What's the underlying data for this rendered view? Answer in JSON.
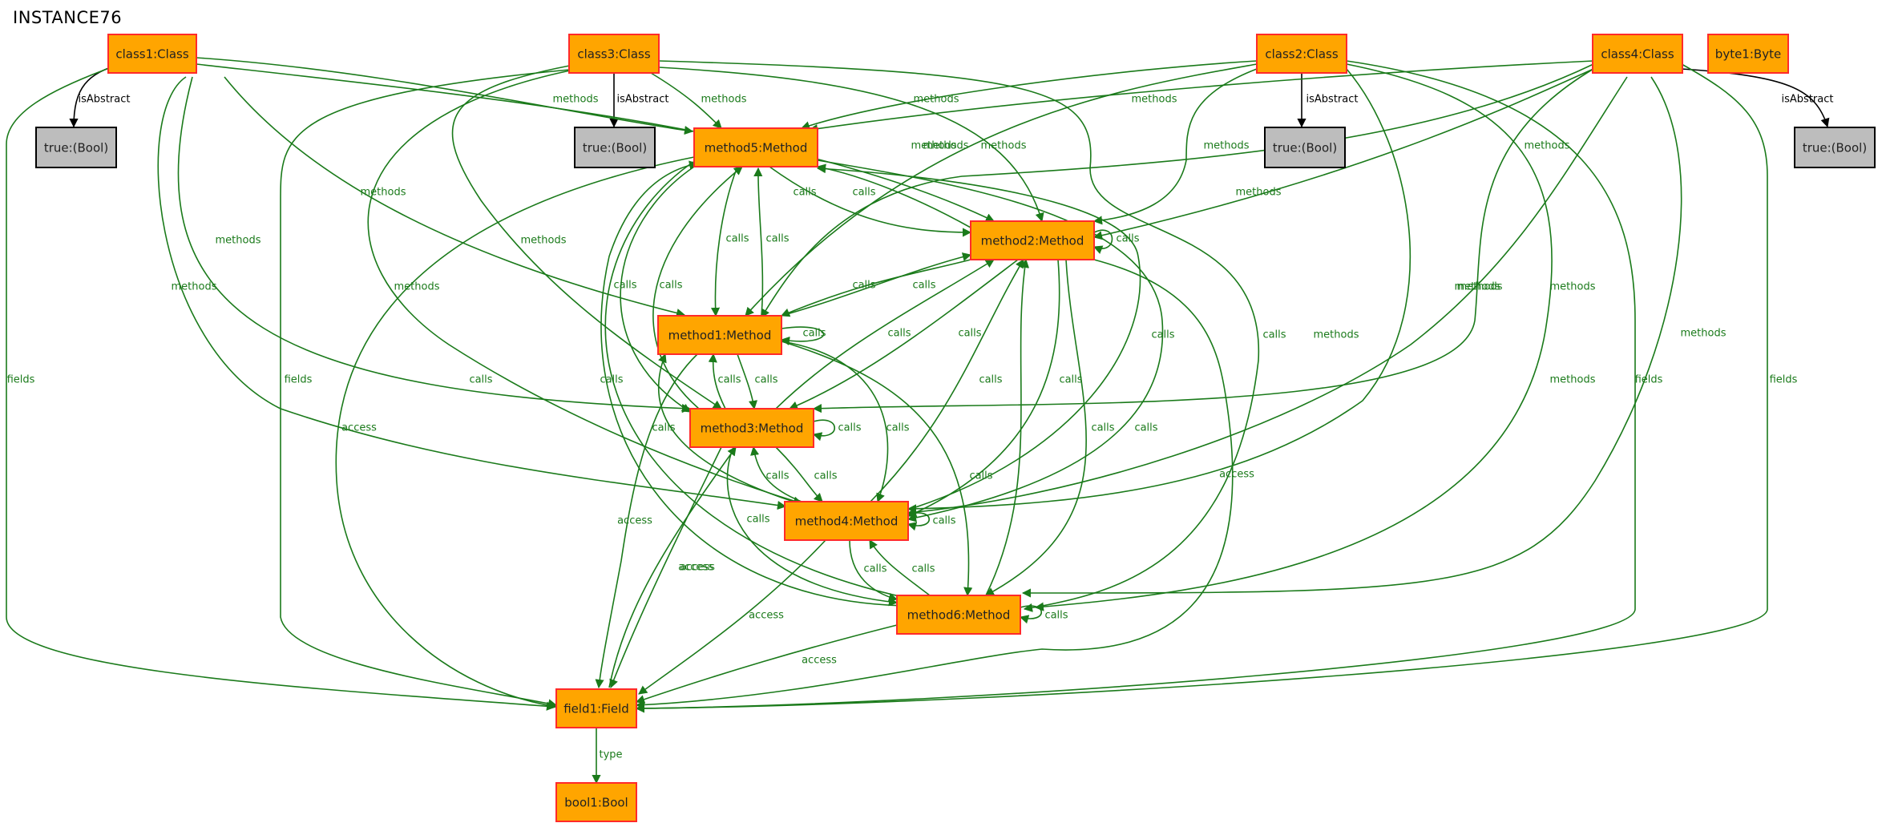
{
  "title": "INSTANCE76",
  "colors": {
    "node_fill": "#ffa500",
    "node_stroke": "#ff2a2a",
    "bool_fill": "#bdbdbd",
    "bool_stroke": "#000000",
    "edge_green": "#1a7a1a",
    "edge_black": "#000000",
    "label_green": "#1a7a1a",
    "label_black": "#000000"
  },
  "nodes": [
    {
      "id": "class1",
      "label": "class1:Class",
      "kind": "object"
    },
    {
      "id": "class3",
      "label": "class3:Class",
      "kind": "object"
    },
    {
      "id": "class2",
      "label": "class2:Class",
      "kind": "object"
    },
    {
      "id": "class4",
      "label": "class4:Class",
      "kind": "object"
    },
    {
      "id": "byte1",
      "label": "byte1:Byte",
      "kind": "object"
    },
    {
      "id": "bool_a",
      "label": "true:(Bool)",
      "kind": "value"
    },
    {
      "id": "bool_b",
      "label": "true:(Bool)",
      "kind": "value"
    },
    {
      "id": "bool_c",
      "label": "true:(Bool)",
      "kind": "value"
    },
    {
      "id": "bool_d",
      "label": "true:(Bool)",
      "kind": "value"
    },
    {
      "id": "method5",
      "label": "method5:Method",
      "kind": "object"
    },
    {
      "id": "method2",
      "label": "method2:Method",
      "kind": "object"
    },
    {
      "id": "method1",
      "label": "method1:Method",
      "kind": "object"
    },
    {
      "id": "method3",
      "label": "method3:Method",
      "kind": "object"
    },
    {
      "id": "method4",
      "label": "method4:Method",
      "kind": "object"
    },
    {
      "id": "method6",
      "label": "method6:Method",
      "kind": "object"
    },
    {
      "id": "field1",
      "label": "field1:Field",
      "kind": "object"
    },
    {
      "id": "bool1",
      "label": "bool1:Bool",
      "kind": "object"
    }
  ],
  "edges": [
    {
      "id": "e-c1-isabs",
      "label": "isAbstract",
      "kind": "black"
    },
    {
      "id": "e-c3-isabs",
      "label": "isAbstract",
      "kind": "black"
    },
    {
      "id": "e-c2-isabs",
      "label": "isAbstract",
      "kind": "black"
    },
    {
      "id": "e-c4-isabs",
      "label": "isAbstract",
      "kind": "black"
    },
    {
      "id": "e-c1-fields",
      "label": "fields",
      "kind": "green"
    },
    {
      "id": "e-c1-m5",
      "label": "methods",
      "kind": "green"
    },
    {
      "id": "e-c1-m1",
      "label": "methods",
      "kind": "green"
    },
    {
      "id": "e-c1-m3",
      "label": "methods",
      "kind": "green"
    },
    {
      "id": "e-c1-m4",
      "label": "methods",
      "kind": "green"
    },
    {
      "id": "e-c1-m2",
      "label": "methods",
      "kind": "green"
    },
    {
      "id": "e-c3-m5",
      "label": "methods",
      "kind": "green"
    },
    {
      "id": "e-c3-m3",
      "label": "methods",
      "kind": "green"
    },
    {
      "id": "e-c3-m4",
      "label": "methods",
      "kind": "green"
    },
    {
      "id": "e-c3-m2",
      "label": "methods",
      "kind": "green"
    },
    {
      "id": "e-c3-m6",
      "label": "methods",
      "kind": "green"
    },
    {
      "id": "e-c3-fields",
      "label": "fields",
      "kind": "green"
    },
    {
      "id": "e-c2-m5",
      "label": "methods",
      "kind": "green"
    },
    {
      "id": "e-c2-m1",
      "label": "methods",
      "kind": "green"
    },
    {
      "id": "e-c2-m2",
      "label": "methods",
      "kind": "green"
    },
    {
      "id": "e-c2-m4",
      "label": "methods",
      "kind": "green"
    },
    {
      "id": "e-c2-m6",
      "label": "methods",
      "kind": "green"
    },
    {
      "id": "e-c2-fields",
      "label": "fields",
      "kind": "green"
    },
    {
      "id": "e-c4-m5",
      "label": "methods",
      "kind": "green"
    },
    {
      "id": "e-c4-m2",
      "label": "methods",
      "kind": "green"
    },
    {
      "id": "e-c4-m1",
      "label": "methods",
      "kind": "green"
    },
    {
      "id": "e-c4-m3",
      "label": "methods",
      "kind": "green"
    },
    {
      "id": "e-c4-m4",
      "label": "methods",
      "kind": "green"
    },
    {
      "id": "e-c4-m6",
      "label": "methods",
      "kind": "green"
    },
    {
      "id": "e-c4-fields",
      "label": "fields",
      "kind": "green"
    },
    {
      "id": "e-m5-m1",
      "label": "calls",
      "kind": "green"
    },
    {
      "id": "e-m1-m5",
      "label": "calls",
      "kind": "green"
    },
    {
      "id": "e-m5-m2",
      "label": "calls",
      "kind": "green"
    },
    {
      "id": "e-m2-m5",
      "label": "calls",
      "kind": "green"
    },
    {
      "id": "e-m2-self",
      "label": "calls",
      "kind": "green"
    },
    {
      "id": "e-m2-m1",
      "label": "calls",
      "kind": "green"
    },
    {
      "id": "e-m1-m2",
      "label": "calls",
      "kind": "green"
    },
    {
      "id": "e-m1-self",
      "label": "calls",
      "kind": "green"
    },
    {
      "id": "e-m5-m3",
      "label": "calls",
      "kind": "green"
    },
    {
      "id": "e-m3-m5",
      "label": "calls",
      "kind": "green"
    },
    {
      "id": "e-m3-m2",
      "label": "calls",
      "kind": "green"
    },
    {
      "id": "e-m2-m3",
      "label": "calls",
      "kind": "green"
    },
    {
      "id": "e-m1-m3",
      "label": "calls",
      "kind": "green"
    },
    {
      "id": "e-m3-m1",
      "label": "calls",
      "kind": "green"
    },
    {
      "id": "e-m3-self",
      "label": "calls",
      "kind": "green"
    },
    {
      "id": "e-m4-m2",
      "label": "calls",
      "kind": "green"
    },
    {
      "id": "e-m2-m4",
      "label": "calls",
      "kind": "green"
    },
    {
      "id": "e-m1-m4",
      "label": "calls",
      "kind": "green"
    },
    {
      "id": "e-m4-m1",
      "label": "calls",
      "kind": "green"
    },
    {
      "id": "e-m3-m4",
      "label": "calls",
      "kind": "green"
    },
    {
      "id": "e-m4-m3",
      "label": "calls",
      "kind": "green"
    },
    {
      "id": "e-m4-self",
      "label": "calls",
      "kind": "green"
    },
    {
      "id": "e-m5-m6",
      "label": "calls",
      "kind": "green"
    },
    {
      "id": "e-m6-m5",
      "label": "calls",
      "kind": "green"
    },
    {
      "id": "e-m1-m6",
      "label": "calls",
      "kind": "green"
    },
    {
      "id": "e-m2-m6",
      "label": "calls",
      "kind": "green"
    },
    {
      "id": "e-m6-m2",
      "label": "calls",
      "kind": "green"
    },
    {
      "id": "e-m3-m6",
      "label": "calls",
      "kind": "green"
    },
    {
      "id": "e-m4-m6",
      "label": "calls",
      "kind": "green"
    },
    {
      "id": "e-m6-m4",
      "label": "calls",
      "kind": "green"
    },
    {
      "id": "e-m6-self",
      "label": "calls",
      "kind": "green"
    },
    {
      "id": "e-m5-m4",
      "label": "calls",
      "kind": "green"
    },
    {
      "id": "e-m4-m5",
      "label": "calls",
      "kind": "green"
    },
    {
      "id": "e-m5-field",
      "label": "access",
      "kind": "green"
    },
    {
      "id": "e-m1-field",
      "label": "access",
      "kind": "green"
    },
    {
      "id": "e-m3-field",
      "label": "access",
      "kind": "green"
    },
    {
      "id": "e-field-m3",
      "label": "access",
      "kind": "green"
    },
    {
      "id": "e-m4-field",
      "label": "access",
      "kind": "green"
    },
    {
      "id": "e-m6-field",
      "label": "access",
      "kind": "green"
    },
    {
      "id": "e-m2-field",
      "label": "access",
      "kind": "green"
    },
    {
      "id": "e-field-bool1",
      "label": "type",
      "kind": "green"
    }
  ]
}
